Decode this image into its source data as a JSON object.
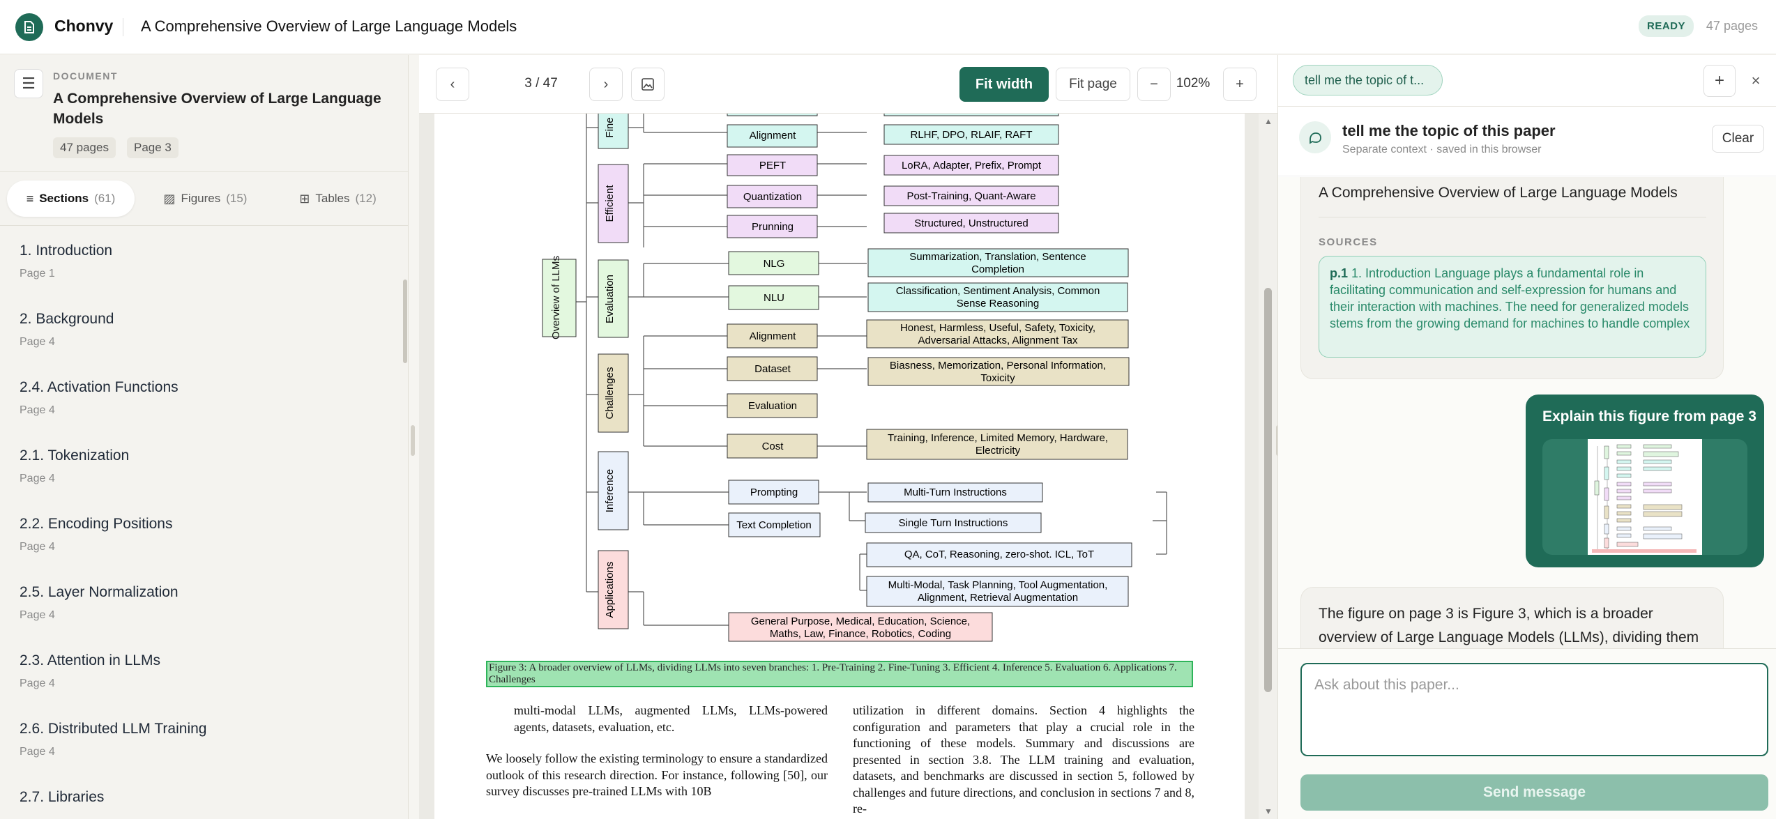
{
  "app": {
    "name": "Chonvy",
    "logo_letter": "⌂",
    "doc_title": "A Comprehensive Overview of Large Language Models",
    "status": "READY",
    "page_count_label": "47 pages"
  },
  "sidebar": {
    "label": "DOCUMENT",
    "doc_name": "A Comprehensive Overview of Large Language Models",
    "chip_pages": "47 pages",
    "chip_current": "Page 3",
    "tabs": [
      {
        "label": "Sections",
        "count": "(61)"
      },
      {
        "label": "Figures",
        "count": "(15)"
      },
      {
        "label": "Tables",
        "count": "(12)"
      }
    ],
    "sections": [
      {
        "title": "1. Introduction",
        "page": "Page 1"
      },
      {
        "title": "2. Background",
        "page": "Page 4"
      },
      {
        "title": "2.4. Activation Functions",
        "page": "Page 4"
      },
      {
        "title": "2.1. Tokenization",
        "page": "Page 4"
      },
      {
        "title": "2.2. Encoding Positions",
        "page": "Page 4"
      },
      {
        "title": "2.5. Layer Normalization",
        "page": "Page 4"
      },
      {
        "title": "2.3. Attention in LLMs",
        "page": "Page 4"
      },
      {
        "title": "2.6. Distributed LLM Training",
        "page": "Page 4"
      },
      {
        "title": "2.7. Libraries",
        "page": ""
      }
    ]
  },
  "viewer": {
    "prev": "‹",
    "next": "›",
    "page_indicator": "3 / 47",
    "fit_width": "Fit width",
    "fit_page": "Fit page",
    "zoom_out": "−",
    "zoom": "102%",
    "zoom_in": "+",
    "figure": {
      "root": "Overview of LLMs",
      "branches": [
        "Fine",
        "Efficient",
        "Evaluation",
        "Challenges",
        "Inference",
        "Applications"
      ],
      "nodes": {
        "alignment_ft": "Alignment",
        "peft": "PEFT",
        "quant": "Quantization",
        "prun": "Prunning",
        "nlg": "NLG",
        "nlu": "NLU",
        "align_ch": "Alignment",
        "dataset": "Dataset",
        "eval_ch": "Evaluation",
        "cost": "Cost",
        "prompting": "Prompting",
        "textcomp": "Text Completion"
      },
      "leaves": {
        "rlhf": "RLHF, DPO, RLAIF, RAFT",
        "lora": "LoRA, Adapter, Prefix, Prompt",
        "ptq": "Post-Training, Quant-Aware",
        "struct": "Structured, Unstructured",
        "nlg1": "Summarization, Translation, Sentence",
        "nlg2": "Completion",
        "nlu1": "Classification, Sentiment Analysis, Common",
        "nlu2": "Sense Reasoning",
        "hh1": "Honest, Harmless, Useful, Safety, Toxicity,",
        "hh2": "Adversarial Attacks, Alignment Tax",
        "bias1": "Biasness, Memorization, Personal Information,",
        "bias2": "Toxicity",
        "train1": "Training, Inference, Limited Memory, Hardware,",
        "train2": "Electricity",
        "multi": "Multi-Turn Instructions",
        "single": "Single Turn Instructions",
        "qa": "QA, CoT, Reasoning, zero-shot. ICL, ToT",
        "mm1": "Multi-Modal, Task Planning, Tool Augmentation,",
        "mm2": "Alignment, Retrieval Augmentation",
        "gp1": "General Purpose, Medical, Education, Science,",
        "gp2": "Maths, Law, Finance, Robotics, Coding"
      }
    },
    "caption": "Figure 3: A broader overview of LLMs, dividing LLMs into seven branches: 1. Pre-Training 2. Fine-Tuning 3. Efficient 4. Inference 5. Evaluation 6. Applications 7. Challenges",
    "left_col_1": "multi-modal LLMs, augmented LLMs, LLMs-powered agents, datasets, evaluation, etc.",
    "left_col_2": "We loosely follow the existing terminology to ensure a standardized outlook of this research direction. For instance, following [50], our survey discusses pre-trained LLMs with 10B",
    "right_col": "utilization in different domains. Section 4 highlights the configuration and parameters that play a crucial role in the functioning of these models. Summary and discussions are presented in section 3.8. The LLM training and evaluation, datasets, and benchmarks are discussed in section 5, followed by challenges and future directions, and conclusion in sections 7 and 8, re-"
  },
  "chat": {
    "tab_label": "tell me the topic of t...",
    "plus": "+",
    "close": "×",
    "head_title": "tell me the topic of this paper",
    "head_sub": "Separate context · saved in this browser",
    "clear": "Clear",
    "bot1_title": "A Comprehensive Overview of Large Language Models",
    "sources_label": "SOURCES",
    "source_page": "p.1",
    "source_text": "1. Introduction Language plays a fundamental role in facilitating communication and self-expression for humans and their interaction with machines. The need for generalized models stems from the growing demand for machines to handle complex",
    "user_msg": "Explain this figure from page 3",
    "bot2_text": "The figure on page 3 is Figure 3, which is a broader overview of Large Language Models (LLMs), dividing them",
    "placeholder": "Ask about this paper...",
    "send": "Send message"
  }
}
